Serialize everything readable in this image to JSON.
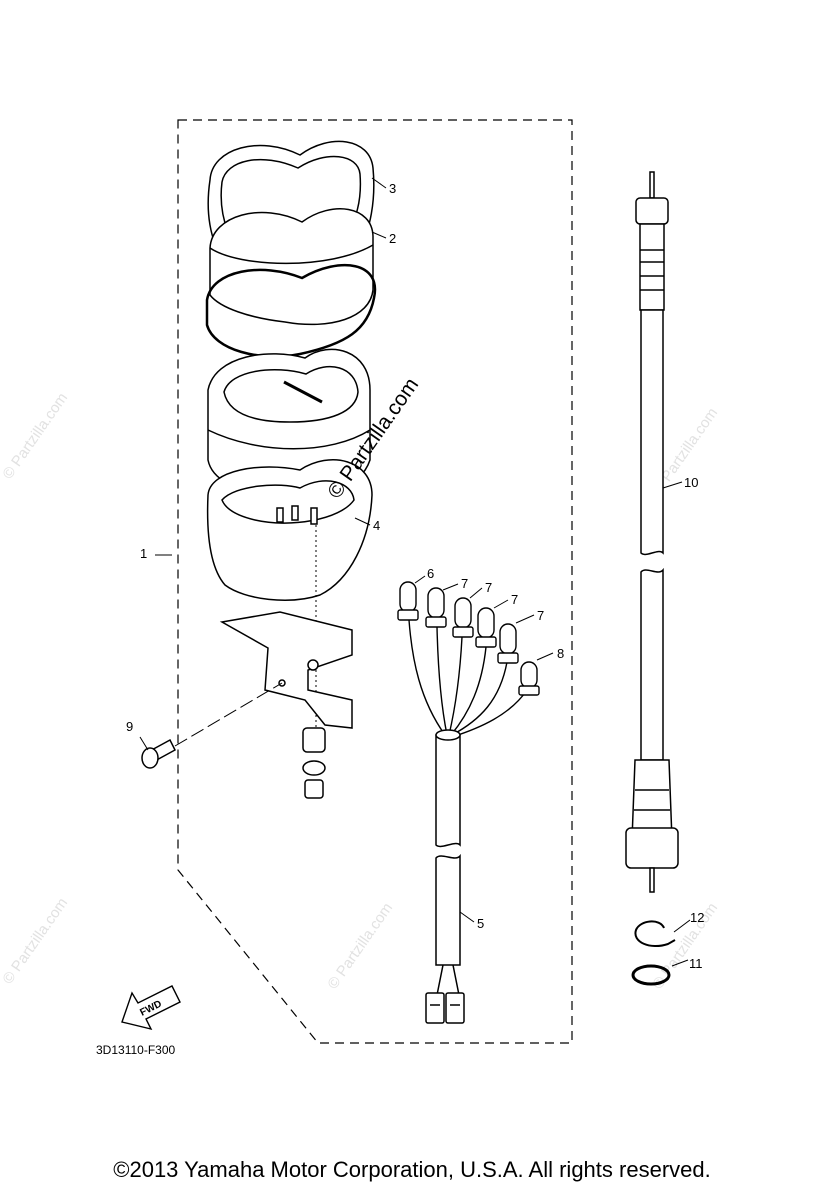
{
  "watermark_main": "© Partzilla.com",
  "watermark_faint": "© Partzilla.com",
  "callouts": {
    "c1": "1",
    "c2": "2",
    "c3": "3",
    "c4": "4",
    "c5": "5",
    "c6": "6",
    "c7a": "7",
    "c7b": "7",
    "c7c": "7",
    "c7d": "7",
    "c8": "8",
    "c9": "9",
    "c10": "10",
    "c11": "11",
    "c12": "12"
  },
  "fwd_label": "FWD",
  "diagram_code": "3D13110-F300",
  "copyright": "©2013 Yamaha Motor Corporation, U.S.A. All rights reserved."
}
